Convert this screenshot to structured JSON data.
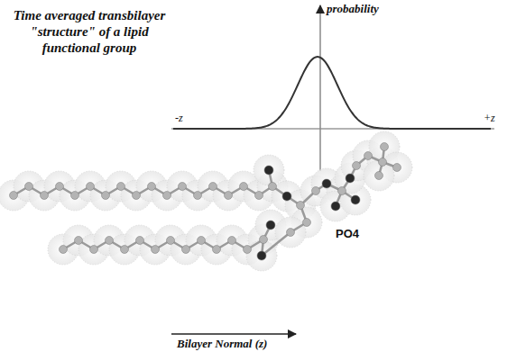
{
  "diagram": {
    "title": "Time averaged transbilayer \"structure\" of a lipid functional group",
    "labels": [
      "probability",
      "-z",
      "+z",
      "PO4",
      "Bilayer Normal (z)"
    ]
  }
}
